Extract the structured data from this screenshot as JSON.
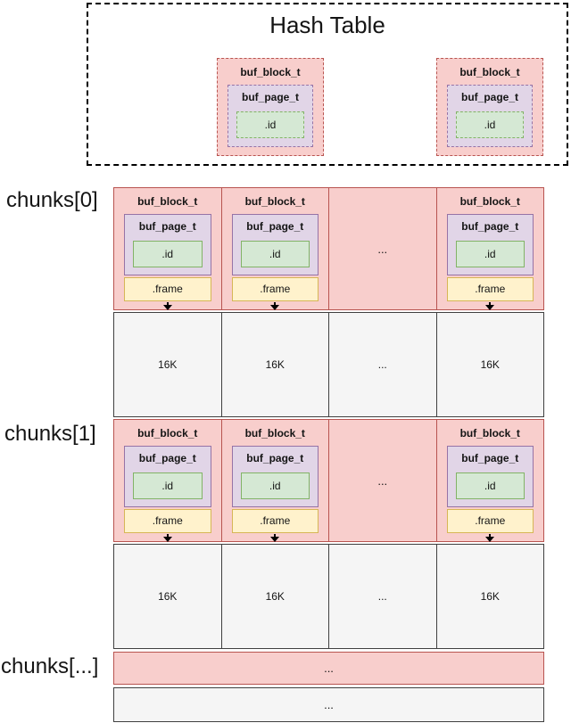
{
  "hash_table": {
    "title": "Hash Table"
  },
  "cell": {
    "block_label": "buf_block_t",
    "page_label": "buf_page_t",
    "id_label": ".id",
    "frame_label": ".frame"
  },
  "chunk_labels": {
    "row0": "chunks[0]",
    "row1": "chunks[1]",
    "more": "chunks[...]"
  },
  "memory": {
    "page_size": "16K",
    "ellipsis": "..."
  },
  "colors": {
    "block_fill": "#f8cecc",
    "block_stroke": "#b85450",
    "page_fill": "#e1d5e7",
    "page_stroke": "#9673a6",
    "id_fill": "#d5e8d4",
    "id_stroke": "#82b366",
    "frame_fill": "#fff2cc",
    "frame_stroke": "#d6b656",
    "memory_fill": "#f5f5f5",
    "memory_stroke": "#404040"
  }
}
